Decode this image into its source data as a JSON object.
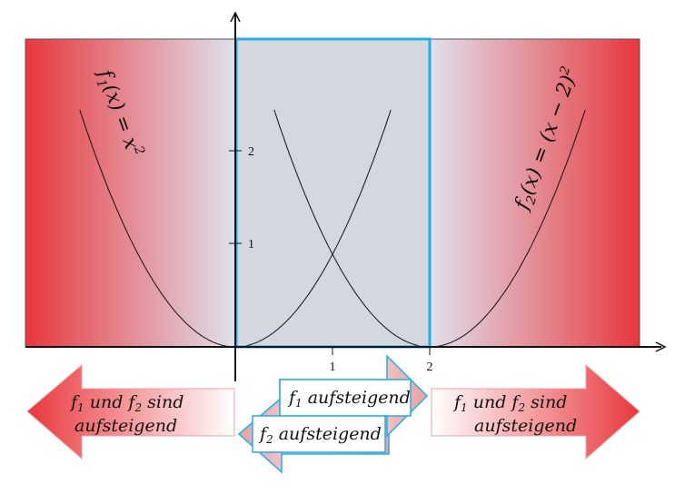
{
  "curves": [
    {
      "name": "f1",
      "label_main": "f",
      "label_sub": "1",
      "label_rest": "(x) = x",
      "label_sup": "2"
    },
    {
      "name": "f2",
      "label_main": "f",
      "label_sub": "2",
      "label_rest": "(x) = (x − 2)",
      "label_sup": "2"
    }
  ],
  "axes": {
    "x_ticks": [
      "1",
      "2"
    ],
    "y_ticks": [
      "1",
      "2"
    ]
  },
  "arrows": {
    "left": {
      "f": "f",
      "sub1": "1",
      "und": " und ",
      "sub2": "2",
      "sind": " sind",
      "line2": "aufsteigend"
    },
    "middle_right": {
      "f": "f",
      "sub": "1",
      "text": " aufsteigend"
    },
    "middle_left": {
      "f": "f",
      "sub": "2",
      "text": " aufsteigend"
    },
    "right": {
      "f": "f",
      "sub1": "1",
      "und": " und ",
      "sub2": "2",
      "sind": " sind",
      "line2": "aufsteigend"
    }
  },
  "colors": {
    "red": "#e8373c",
    "lavender": "#dfe1ee",
    "grey_region": "#d3d8e0",
    "cyan": "#22aee6"
  }
}
